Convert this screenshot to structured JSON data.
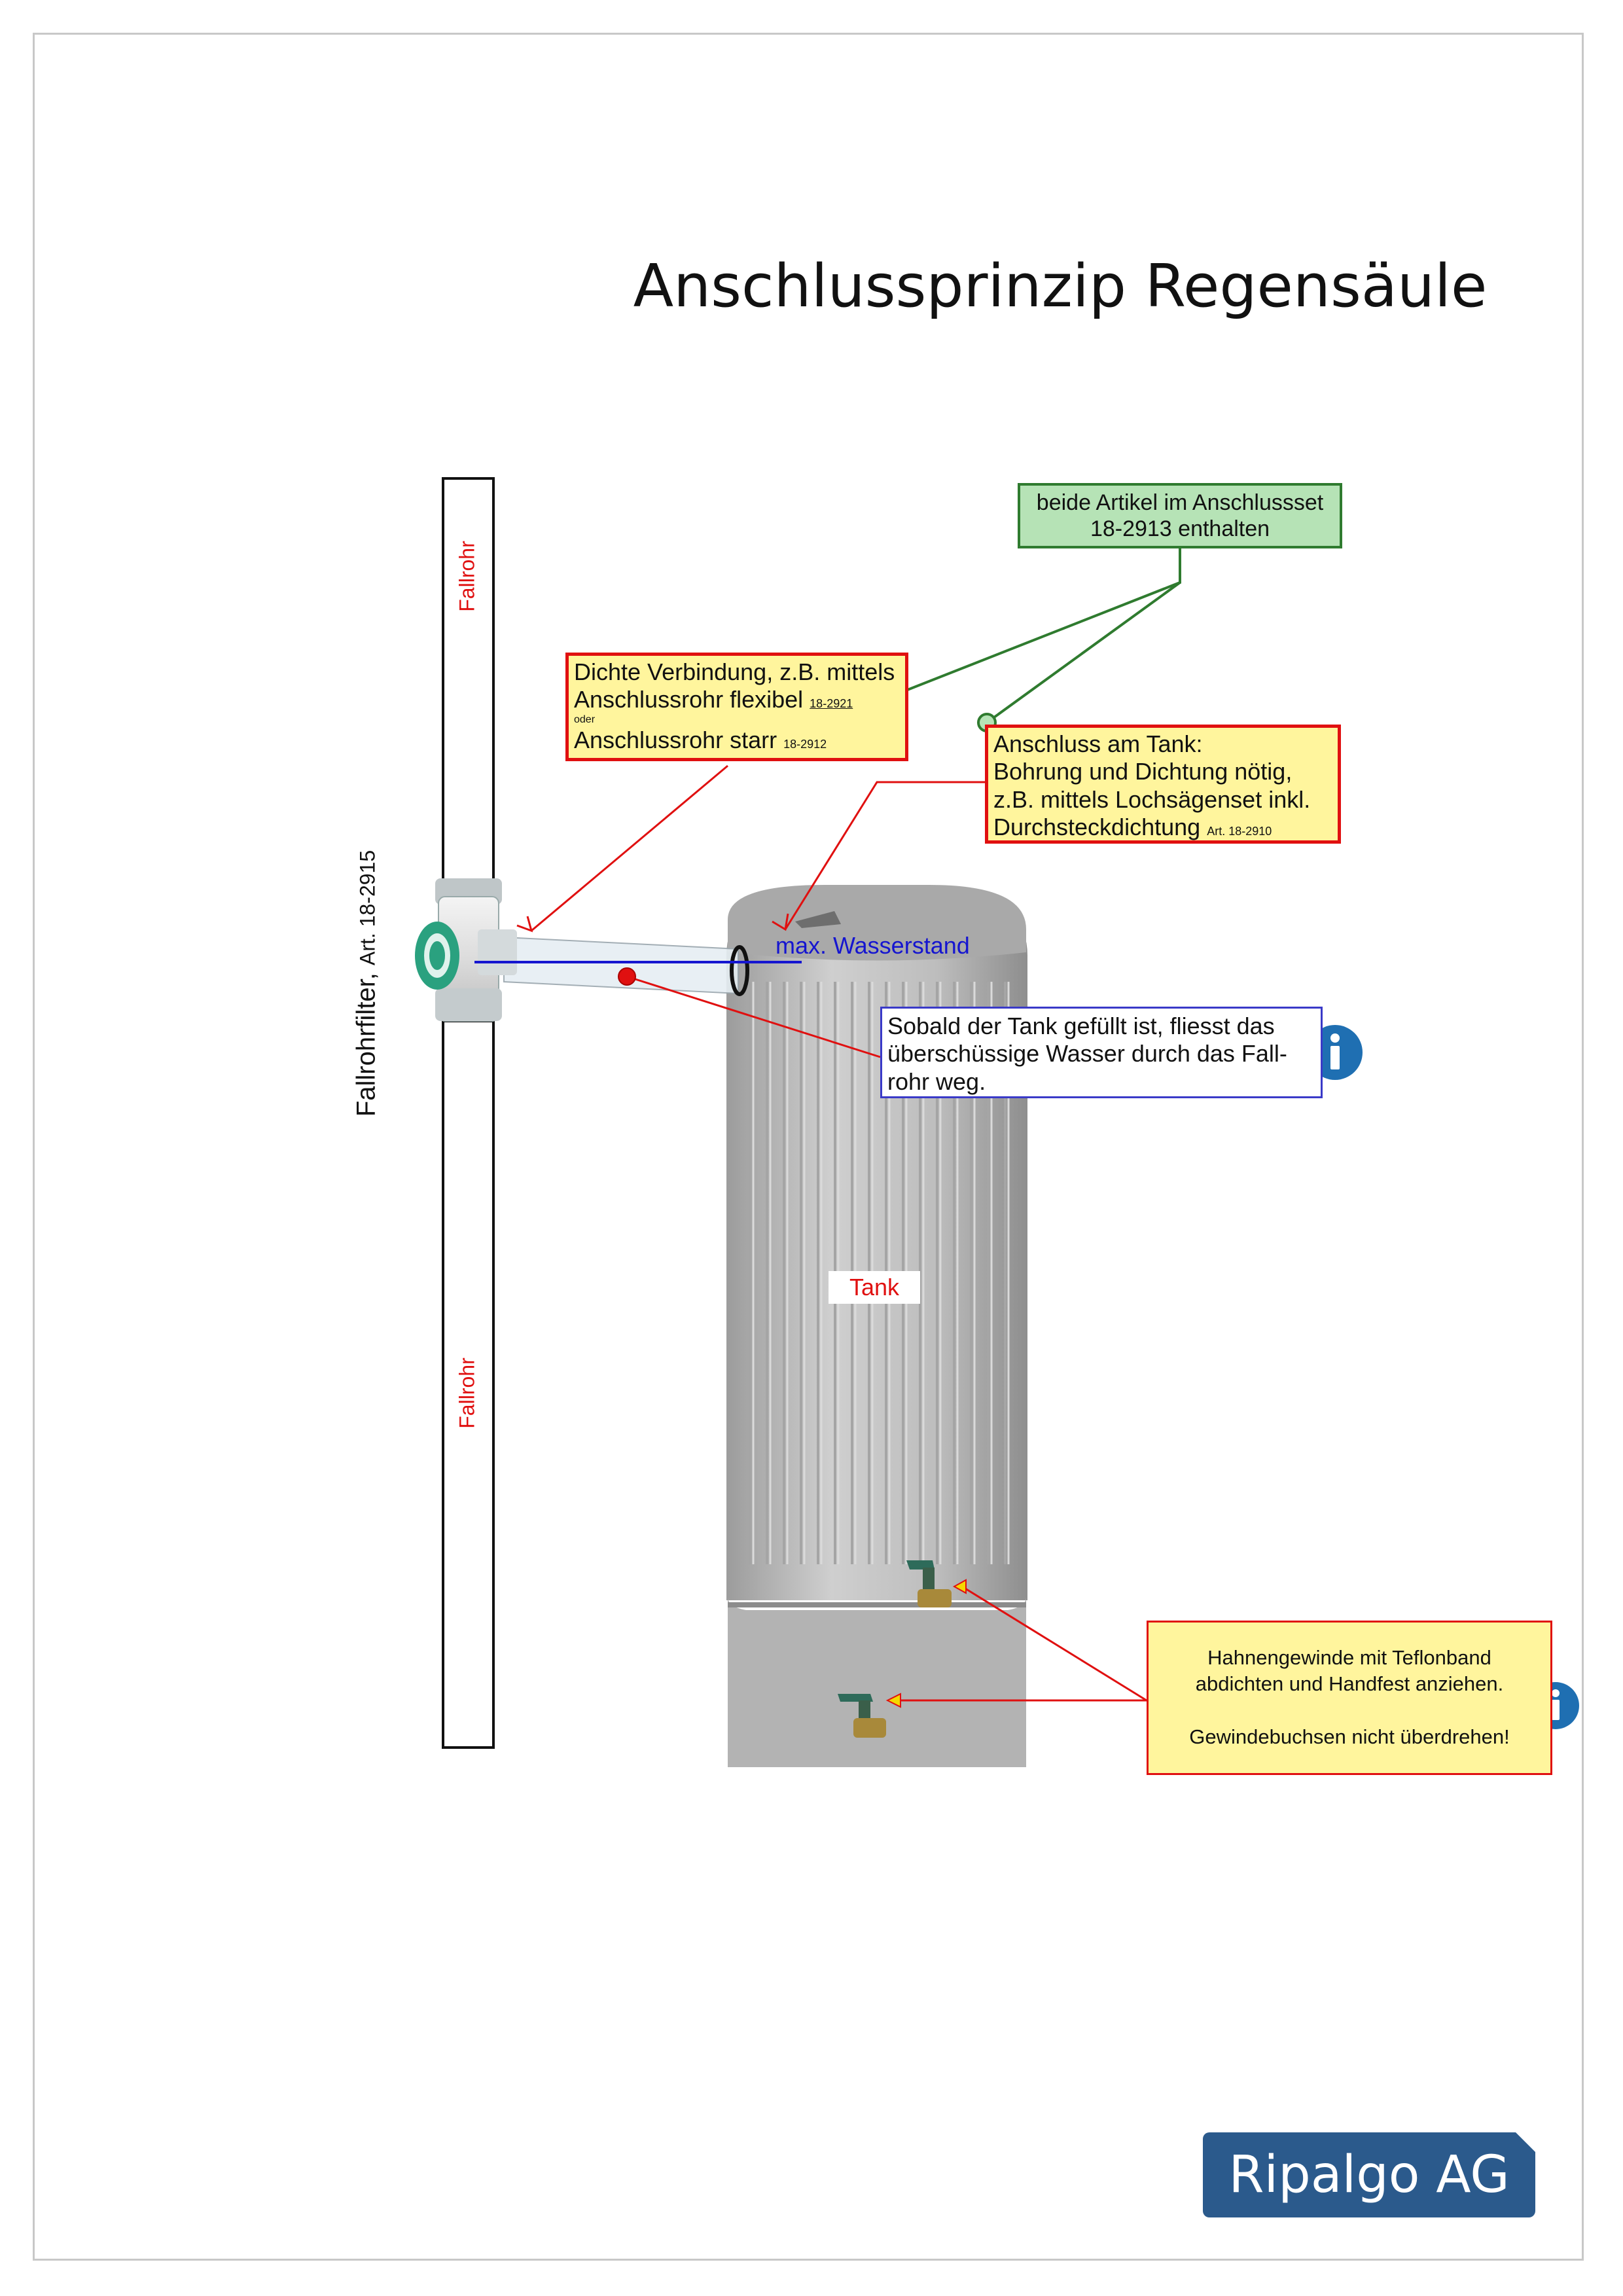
{
  "title": "Anschlussprinzip Regensäule",
  "labels": {
    "fallrohr_top": "Fallrohr",
    "fallrohr_bottom": "Fallrohr",
    "filter_name": "Fallrohrfilter,",
    "filter_art": "Art. 18-2915",
    "water_level": "max. Wasserstand",
    "tank": "Tank"
  },
  "callouts": {
    "set_info": {
      "line1": "beide Artikel im Anschlussset",
      "line2": "18-2913 enthalten"
    },
    "connection": {
      "line1": "Dichte Verbindung, z.B. mittels",
      "line2": "Anschlussrohr flexibel",
      "line2_art": "18-2921",
      "or": "oder",
      "line3": "Anschlussrohr starr",
      "line3_art": "18-2912"
    },
    "tank_connection": {
      "line1": "Anschluss am Tank:",
      "line2": "Bohrung und Dichtung nötig,",
      "line3": "z.B. mittels Lochsägenset inkl.",
      "line4": "Durchsteckdichtung",
      "line4_art": "Art. 18-2910"
    },
    "overflow_info": {
      "line1": "Sobald der Tank gefüllt ist, fliesst das",
      "line2": "überschüssige Wasser durch das Fall-",
      "line3": "rohr weg."
    },
    "thread_info": {
      "line1": "Hahnengewinde mit Teflonband",
      "line2": "abdichten und Handfest anziehen.",
      "line3": "Gewindebuchsen nicht überdrehen!"
    }
  },
  "logo": {
    "text": "Ripalgo AG"
  },
  "colors": {
    "red": "#e01010",
    "green": "#2f7b2f",
    "blue": "#1515d0",
    "info_blue": "#1f6fb2",
    "logo_bg": "#2b5a8c"
  },
  "icons": [
    "info-icon",
    "info-icon"
  ]
}
